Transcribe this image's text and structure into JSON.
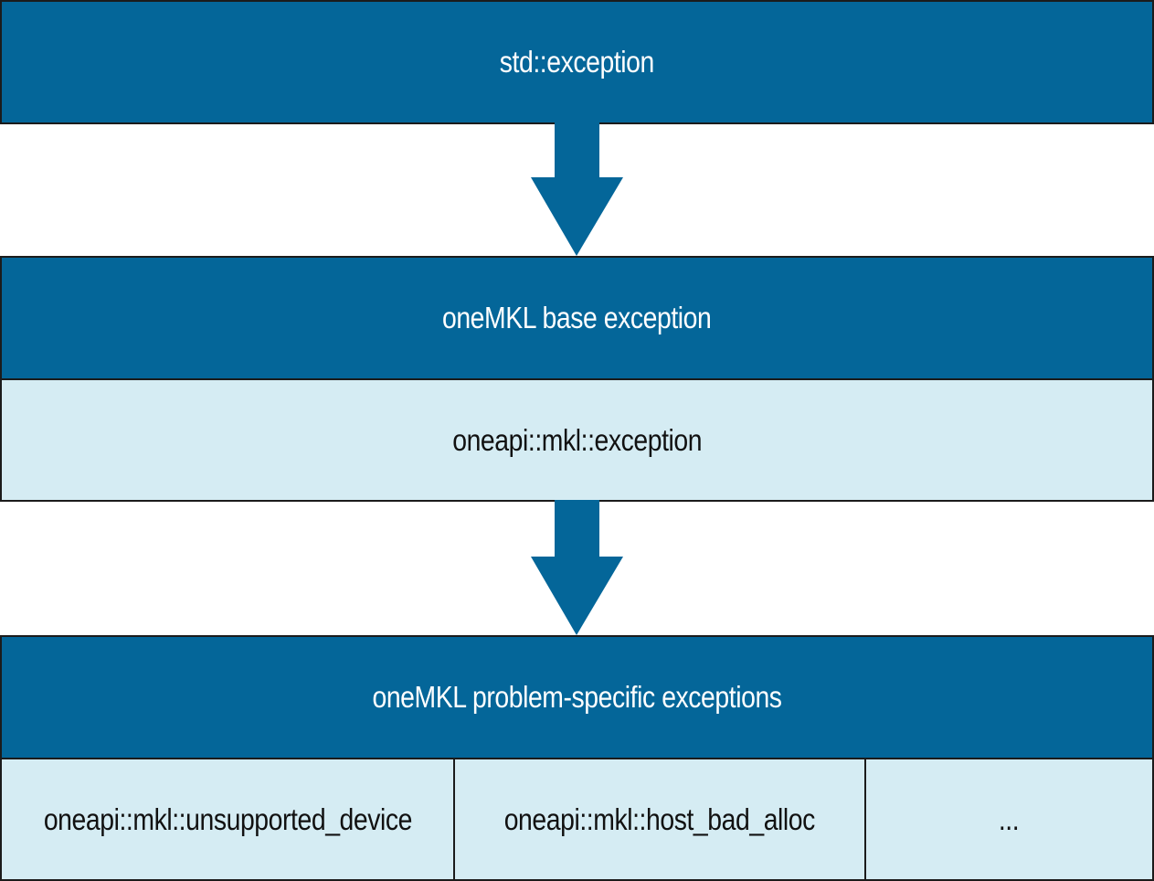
{
  "diagram": {
    "top": {
      "label": "std::exception"
    },
    "base": {
      "header": "oneMKL base exception",
      "class_name": "oneapi::mkl::exception"
    },
    "specific": {
      "header": "oneMKL problem-specific exceptions",
      "classes": [
        "oneapi::mkl::unsupported_device",
        "oneapi::mkl::host_bad_alloc",
        "..."
      ]
    },
    "colors": {
      "dark_fill": "#046699",
      "light_fill": "#d5ecf3",
      "arrow": "#046699",
      "border": "#1b1b1b"
    }
  }
}
